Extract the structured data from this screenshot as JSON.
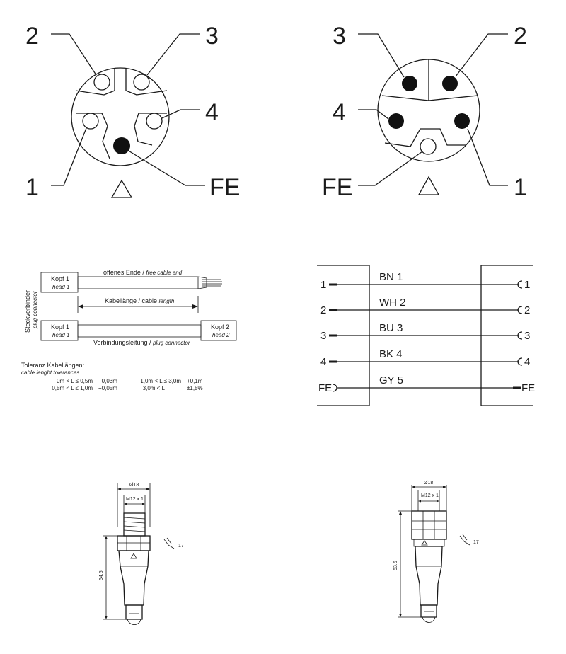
{
  "connector_left": {
    "pins": [
      "2",
      "3",
      "4",
      "1",
      "FE"
    ]
  },
  "connector_right": {
    "pins": [
      "3",
      "2",
      "4",
      "FE",
      "1"
    ]
  },
  "cable_diagram": {
    "vertical_label": "Steckverbinder",
    "vertical_label_italic": "plug connector",
    "head1_label": "Kopf 1",
    "head1_italic": "head 1",
    "head2_label": "Kopf 2",
    "head2_italic": "head 2",
    "free_end_label": "offenes Ende / ",
    "free_end_italic": "free cable end",
    "length_label": "Kabellänge / cable ",
    "length_italic": "length",
    "plug_label": "Verbindungsleitung / ",
    "plug_italic": "plug connector"
  },
  "tolerances": {
    "title": "Toleranz Kabellängen:",
    "subtitle": "cable lenght tolerances",
    "rows": [
      {
        "range": "0m < L ≤ 0,5m",
        "tol": "+0,03m",
        "range2": "1,0m < L ≤ 3,0m",
        "tol2": "+0,1m"
      },
      {
        "range": "0,5m < L ≤ 1,0m",
        "tol": "+0,05m",
        "range2": "3,0m < L",
        "tol2": "±1,5%"
      }
    ]
  },
  "wiring": {
    "wires": [
      {
        "left": "1",
        "color": "BN 1",
        "right": "1"
      },
      {
        "left": "2",
        "color": "WH 2",
        "right": "2"
      },
      {
        "left": "3",
        "color": "BU 3",
        "right": "3"
      },
      {
        "left": "4",
        "color": "BK 4",
        "right": "4"
      },
      {
        "left": "FE",
        "color": "GY 5",
        "right": "FE"
      }
    ]
  },
  "drawing_left": {
    "diameter": "Ø18",
    "thread": "M12 x 1",
    "wrench": "17",
    "length": "54.5"
  },
  "drawing_right": {
    "diameter": "Ø18",
    "thread": "M12 x 1",
    "wrench": "17",
    "length": "53.5"
  }
}
